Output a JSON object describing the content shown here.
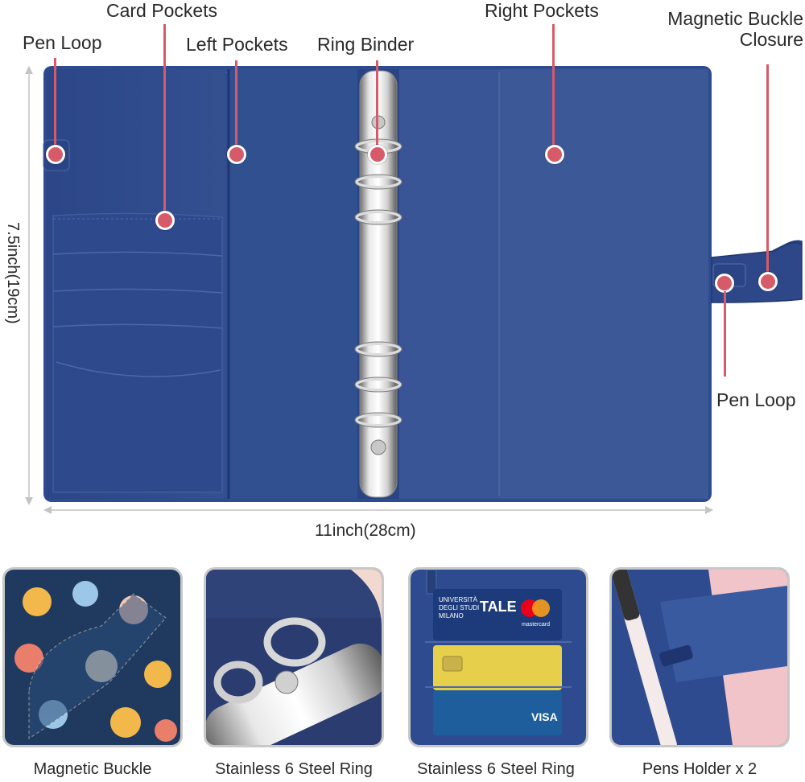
{
  "callouts": {
    "card_pockets": "Card Pockets",
    "pen_loop_left": "Pen Loop",
    "left_pockets": "Left Pockets",
    "ring_binder": "Ring Binder",
    "right_pockets": "Right Pockets",
    "magnetic_closure_line1": "Magnetic Buckle",
    "magnetic_closure_line2": "Closure",
    "pen_loop_right": "Pen Loop"
  },
  "dimensions": {
    "height": "7.5inch(19cm)",
    "width": "11inch(28cm)"
  },
  "thumbnails": [
    {
      "caption": "Magnetic Buckle"
    },
    {
      "caption": "Stainless 6 Steel Ring"
    },
    {
      "caption": "Stainless 6 Steel Ring"
    },
    {
      "caption": "Pens Holder x 2"
    }
  ],
  "card_texts": {
    "university_line1": "UNIVERSITÀ",
    "university_line2": "DEGLI STUDI",
    "university_line3": "MILANO",
    "tale": "TALE",
    "mastercard": "mastercard",
    "visa": "VISA"
  },
  "colors": {
    "binder_navy": "#2f4b8f",
    "callout_pink": "#d75a6a",
    "thumb_border": "#c8c8c8"
  }
}
